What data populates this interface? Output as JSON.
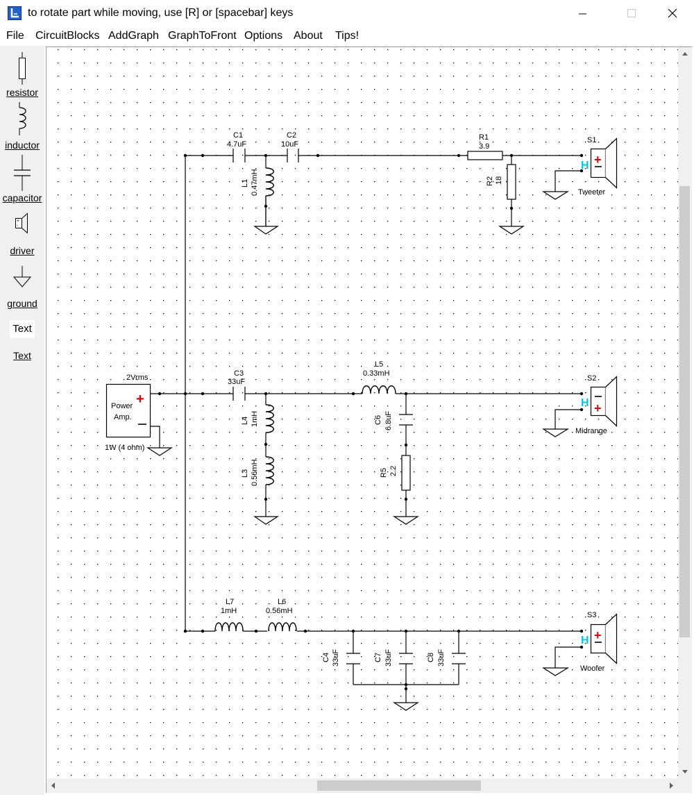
{
  "window": {
    "title": "to rotate part while moving, use [R] or [spacebar] keys"
  },
  "menu": [
    "File",
    "CircuitBlocks",
    "AddGraph",
    "GraphToFront",
    "Options",
    "About",
    "Tips!"
  ],
  "palette": {
    "items": [
      {
        "label": "resistor",
        "icon": "resistor-icon"
      },
      {
        "label": "inductor",
        "icon": "inductor-icon"
      },
      {
        "label": "capacitor",
        "icon": "capacitor-icon"
      },
      {
        "label": "driver",
        "icon": "driver-icon"
      },
      {
        "label": "ground",
        "icon": "ground-icon"
      },
      {
        "label": "Text",
        "icon": "text-tool-icon"
      }
    ],
    "text_box_label": "Text"
  },
  "circuit": {
    "amp": {
      "voltage": "2Vrms",
      "label_line1": "Power",
      "label_line2": "Amp.",
      "power": "1W (4 ohm)"
    },
    "c1": {
      "name": "C1",
      "value": "4.7uF"
    },
    "c2": {
      "name": "C2",
      "value": "10uF"
    },
    "l1": {
      "name": "L1",
      "value": "0.47mH"
    },
    "r1": {
      "name": "R1",
      "value": "3.9"
    },
    "r2": {
      "name": "R2",
      "value": "18"
    },
    "s1": {
      "name": "S1",
      "label": "Tweeter"
    },
    "c3": {
      "name": "C3",
      "value": "33uF"
    },
    "l4": {
      "name": "L4",
      "value": "1mH"
    },
    "l3": {
      "name": "L3",
      "value": "0.56mH"
    },
    "l5": {
      "name": "L5",
      "value": "0.33mH"
    },
    "c6": {
      "name": "C6",
      "value": "6.8uF"
    },
    "r5": {
      "name": "R5",
      "value": "2.2"
    },
    "s2": {
      "name": "S2",
      "label": "Midrange"
    },
    "l7": {
      "name": "L7",
      "value": "1mH"
    },
    "l6": {
      "name": "L6",
      "value": "0.56mH"
    },
    "c4": {
      "name": "C4",
      "value": "33uF"
    },
    "c7": {
      "name": "C7",
      "value": "33uF"
    },
    "c8": {
      "name": "C8",
      "value": "33uF"
    },
    "s3": {
      "name": "S3",
      "label": "Woofer"
    },
    "polarity_mark": "H"
  },
  "colors": {
    "plus": "#e00000",
    "polarity": "#00c8e0",
    "wire": "#000000",
    "grid_dot": "#000000"
  }
}
